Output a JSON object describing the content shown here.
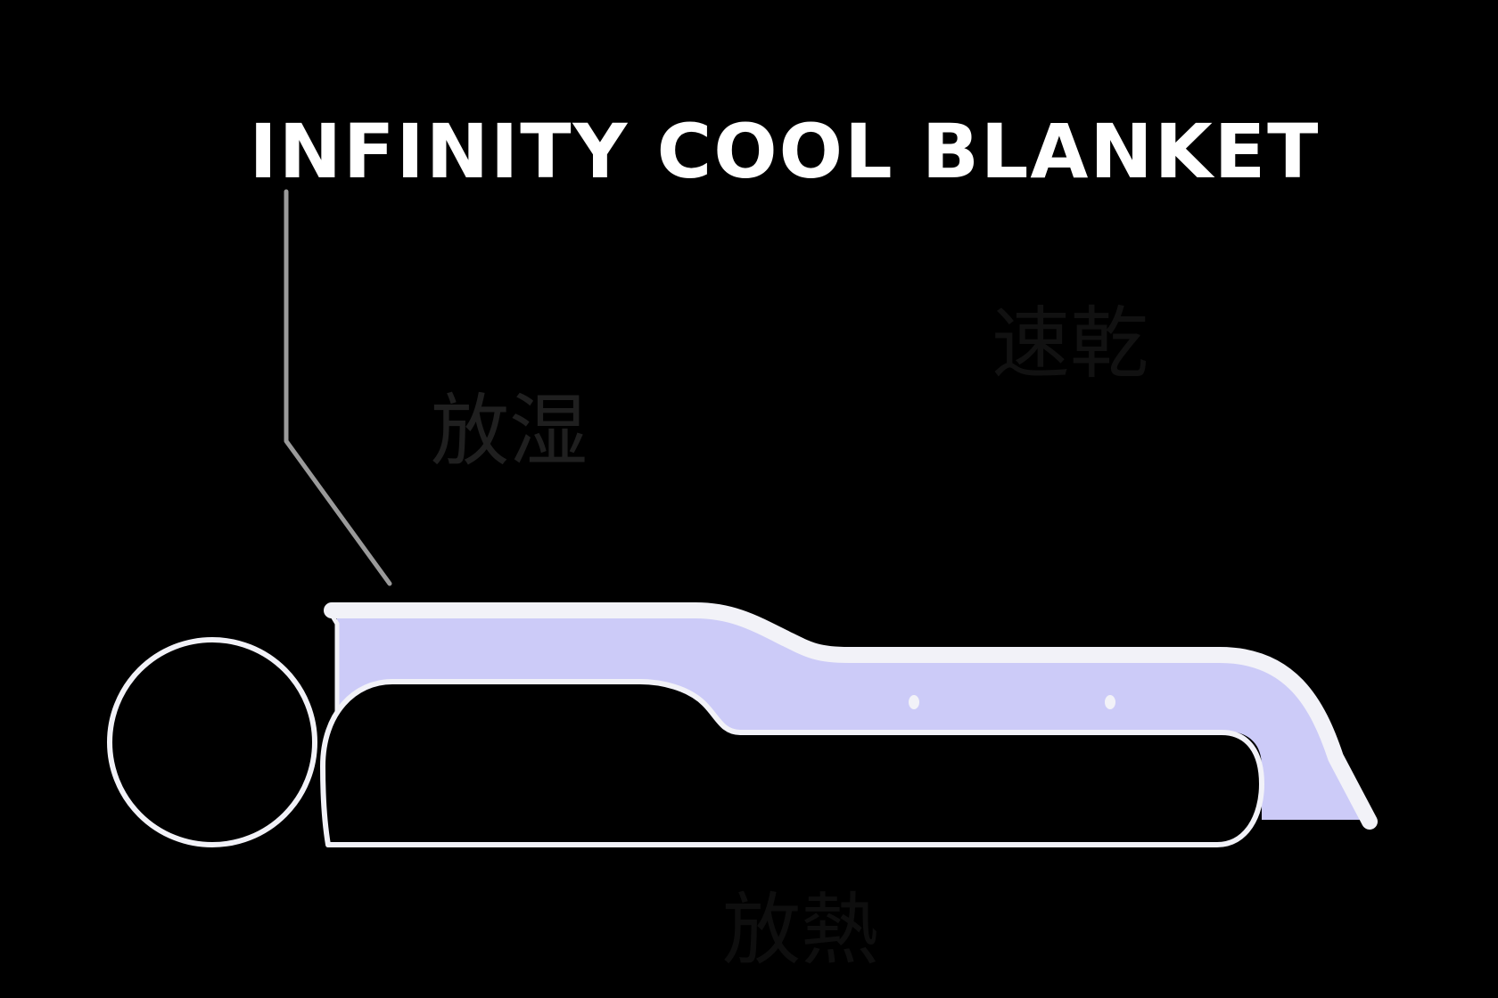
{
  "title": "INFINITY COOL BLANKET",
  "labels": {
    "moisture_release": "放湿",
    "quick_dry": "速乾",
    "heat_release": "放熱"
  },
  "colors": {
    "background": "#000000",
    "outline": "#f2f2f8",
    "blanket_fill": "#cccbf8",
    "leader_line": "#9a9a9a",
    "faded_label": "#1f1f1f"
  },
  "illustration": {
    "subject": "person-lying-under-blanket",
    "parts": [
      "head",
      "body",
      "blanket",
      "leader-line"
    ]
  }
}
